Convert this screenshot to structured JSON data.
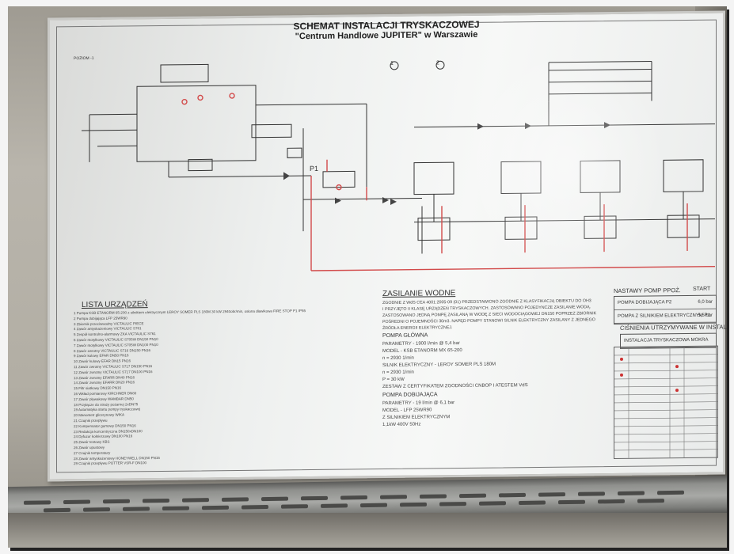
{
  "board": {
    "title_line1": "SCHEMAT INSTALACJI TRYSKACZOWEJ",
    "title_line2": "\"Centrum Handlowe JUPITER\" w Warszawie",
    "level_label": "POZIOM -1",
    "marker_1": "1",
    "marker_2": "2",
    "pump_label": "P1",
    "devices_heading": "LISTA URZĄDZEŃ",
    "devices": [
      "1 Pompa KSB ETANORM 65-200 z silnikiem elektrycznym LEROY SOMER PLS 180M 30 kW 2940obr/min, osłona dławikowa FIRE STOP P1 IP55",
      "2 Pompa dobijająca LFP 25WR90",
      "3 Zbiornik przeciwwodny VICTAULIC PIECE",
      "4 Zawór antyskażeniowy VICTAULIC S761",
      "5 Zespół kontrolno-alarmowy ZKA VICTAULIC S761",
      "6 Zawór motylkowy VICTAULIC S705W DN150 PN10",
      "7 Zawór motylkowy VICTAULIC S705W DN100 PN10",
      "8 Zawór zwrotny VICTAULIC S716 DN150 PN16",
      "9 Zawór kulowy EFAR DN50 PN16",
      "10 Zawór kulowy EFAR DN15 PN16",
      "11 Zawór zwrotny VICTAULIC S717 DN150 PN16",
      "12 Zawór zwrotny VICTAULIC S717 DN100 PN16",
      "13 Zawór zwrotny EFARR DN40 PN16",
      "14 Zawór zwrotny EFARR DN20 PN16",
      "15 Filtr siatkowy DN150 PN16",
      "16 Wkład pomiarowy KIRCHNER DN80",
      "17 Zawór pływakowy WAMBAR DN50",
      "18 Przyłącze do straży pożarnej 2xDN75",
      "19 Automatyka startu pompy tryskaczowej",
      "20 Manometr glicerynowy WIKA",
      "21 Czujnik przepływu",
      "22 Kompensator gumowy DN150 PN16",
      "23 Redukcja koncentryczna DN150xDN100",
      "24 Dyfuzor kołnierzowy DN100 PN16",
      "25 Zawór testowy KBS",
      "26 Zawór upustowy",
      "27 Czujnik temperatury",
      "28 Zawór antyskażeniowy HONEYWELL DN150 PN16",
      "29 Czujnik przepływu POTTER VSR-F DN100"
    ],
    "water_heading": "ZASILANIE WODNE",
    "water_text": [
      "ZGODNIE Z WdS CEA 4001:2005-09 (01) PRZEDSTAWIONO ZGODNIE Z KLASYFIKACJĄ OBIEKTU DO OH3",
      "I PRZYJĘTO II KLASĘ URZĄDZEŃ TRYSKACZOWYCH. ZASTOSOWANO POJEDYNCZE ZASILANIE WODĄ.",
      "ZASTOSOWANO JEDNĄ POMPĘ ZASILANĄ W WODĘ Z SIECI WODOCIĄGOWEJ DN150 POPRZEZ ZBIORNIK",
      "POŚREDNI O POJEMNOŚCI 30m3. NAPĘD POMPY STANOWI SILNIK ELEKTRYCZNY ZASILANY Z JEDNEGO",
      "ŹRÓDŁA ENERGII ELEKTRYCZNEJ."
    ],
    "main_pump_heading": "POMPA GŁÓWNA",
    "main_pump": [
      "PARAMETRY - 1900 l/min @ 5,4 bar",
      "MODEL - KSB ETANORM MX 65-200",
      "n = 2930 1/min",
      "SILNIK ELEKTRYCZNY - LEROY SOMER PLS 180M",
      "n = 2930 1/min",
      "P = 30 kW",
      "ZESTAW Z CERTYFIKATEM ZGODNOŚCI CNBOP I ATESTEM VdS"
    ],
    "jockey_heading": "POMPA DOBIJAJĄCA",
    "jockey_pump": [
      "PARAMETRY - 19 l/min @ 6,1 bar",
      "MODEL - LFP 25WR90",
      "Z SILNIKIEM ELEKTRYCZNYM",
      "1,1kW 400V 50Hz"
    ],
    "pump_settings_heading": "NASTAWY POMP PPOŻ.",
    "pump_settings_col": "START",
    "pump_settings_rows": [
      {
        "label": "POMPA DOBIJAJĄCA P2",
        "value": "6,0 bar"
      },
      {
        "label": "POMPA Z SILNIKIEM ELEKTRYCZNYM P1",
        "value": "5,5 bar"
      }
    ],
    "pressure_heading": "CIŚNIENIA UTRZYMYWANE W INSTALACJI",
    "pressure_row": "INSTALACJA TRYSKACZOWA MOKRA"
  },
  "colors": {
    "line": "#333333",
    "red_pipe": "#d24a4a",
    "board": "#eef0ef",
    "tray": "#8f908d"
  }
}
